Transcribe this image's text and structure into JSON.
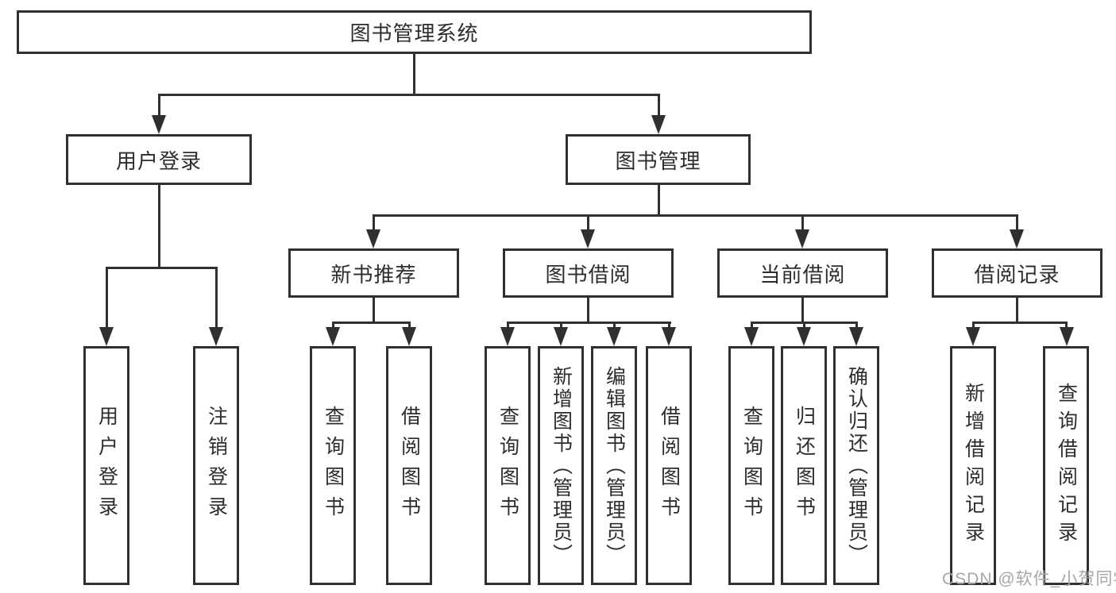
{
  "diagram": {
    "type": "tree-hierarchy-chart",
    "colors": {
      "line": "#303030",
      "box_border": "#303030",
      "text": "#2d2d2d",
      "background": "#ffffff",
      "watermark": "#a7a7ab"
    }
  },
  "tree": {
    "label": "图书管理系统",
    "children": [
      {
        "label": "用户登录",
        "children": [
          {
            "label": "用户登录"
          },
          {
            "label": "注销登录"
          }
        ]
      },
      {
        "label": "图书管理",
        "children": [
          {
            "label": "新书推荐",
            "children": [
              {
                "label": "查询图书"
              },
              {
                "label": "借阅图书"
              }
            ]
          },
          {
            "label": "图书借阅",
            "children": [
              {
                "label": "查询图书"
              },
              {
                "label": "新增图书（管理员）"
              },
              {
                "label": "编辑图书（管理员）"
              },
              {
                "label": "借阅图书"
              }
            ]
          },
          {
            "label": "当前借阅",
            "children": [
              {
                "label": "查询图书"
              },
              {
                "label": "归还图书"
              },
              {
                "label": "确认归还（管理员）"
              }
            ]
          },
          {
            "label": "借阅记录",
            "children": [
              {
                "label": "新增借阅记录"
              },
              {
                "label": "查询借阅记录"
              }
            ]
          }
        ]
      }
    ]
  },
  "watermark": {
    "text": "CSDN @软件_小贺同学"
  }
}
